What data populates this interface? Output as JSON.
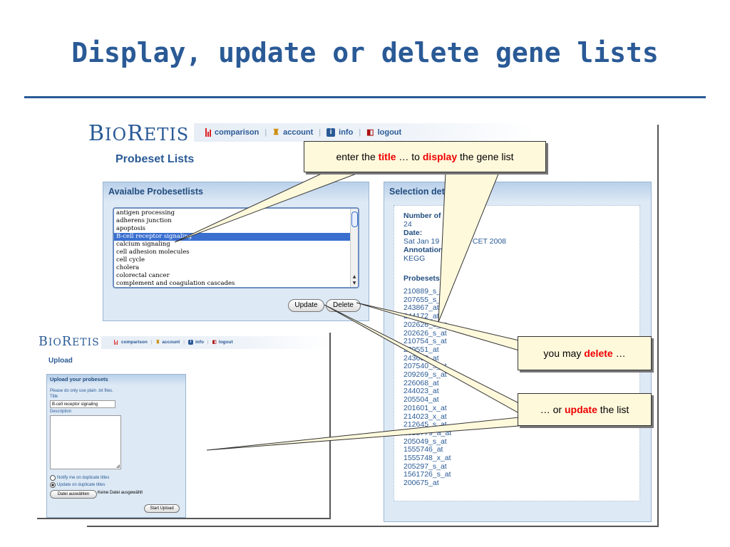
{
  "slide": {
    "title": "Display, update or delete gene lists"
  },
  "app": {
    "logo": {
      "first": "B",
      "rest1": "IO",
      "second": "R",
      "rest2": "ETIS"
    },
    "nav": {
      "comparison": "comparison",
      "account": "account",
      "info": "info",
      "logout": "logout"
    },
    "page_title": "Probeset Lists",
    "available_panel": {
      "title": "Avaialbe Probesetlists",
      "items": [
        "antigen processing",
        "adherens junction",
        "apoptosis",
        "B-cell receptor signaling",
        "calcium signaling",
        "cell adhesion molecules",
        "cell cycle",
        "cholera",
        "colorectal cancer",
        "complement and coagulation cascades"
      ],
      "selected_index": 3,
      "update_label": "Update",
      "delete_label": "Delete"
    },
    "selection_panel": {
      "title": "Selection details",
      "number_label": "Number of probesets:",
      "number_value": "24",
      "date_label": "Date:",
      "date_value": "Sat Jan 19 10:31:55 CET 2008",
      "annotation_label": "Annotation:",
      "annotation_value": "KEGG",
      "probesets_label": "Probesets:",
      "probesets": [
        "210889_s_at",
        "207655_s_at",
        "243867_at",
        "244172_at",
        "202626_s_at",
        "202626_s_at",
        "210754_s_at",
        "239551_at",
        "243633_at",
        "207540_s_at",
        "209269_s_at",
        "226068_at",
        "244023_at",
        "205504_at",
        "201601_x_at",
        "214023_x_at",
        "212645_s_at",
        "1555779_a_at",
        "205049_s_at",
        "1555746_at",
        "1555748_x_at",
        "205297_s_at",
        "1561726_s_at",
        "200675_at"
      ]
    }
  },
  "upload_app": {
    "page_title": "Upload",
    "panel_title": "Upload your probesets",
    "hint": "Please do only use plain .txt files.",
    "title_label": "Title",
    "title_value": "B-cell receptor signaling",
    "description_label": "Description",
    "radio1": "Notify me on duplicate titles",
    "radio2": "Update on duplicate titles",
    "file_button": "Datei auswählen",
    "file_status": "Keine Datei ausgewählt",
    "start_button": "Start Upload"
  },
  "callouts": {
    "c1": {
      "pre": "enter the ",
      "w1": "title",
      "mid": " … to ",
      "w2": "display",
      "post": " the gene list"
    },
    "c2": {
      "pre": "you may ",
      "w1": "delete",
      "post": " …"
    },
    "c3": {
      "pre": "… or ",
      "w1": "update",
      "post": " the list"
    }
  }
}
